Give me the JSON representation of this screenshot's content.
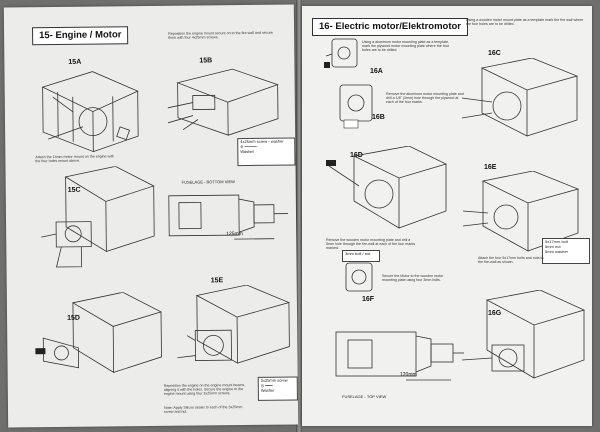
{
  "left_page": {
    "section_title": "15- Engine  / Motor",
    "steps": [
      {
        "label": "15A",
        "note": "Attach the 14mm motor mount on the engine with the four holes mount above."
      },
      {
        "label": "15B",
        "note": "Reposition the engine mount secure on to the fire-wall and secure them with four 4x25mm screws."
      },
      {
        "label": "15C",
        "note": ""
      },
      {
        "label": "15D",
        "note": "Reposition the engine on the engine mount beams, aligning it with the holes. Secure the engine to the engine mount using four 3x25mm screws."
      },
      {
        "label": "15E",
        "note": "Note: Apply Silicon sealer to each of the 3x25mm screw and nut."
      }
    ],
    "fuselage_caption": "FUSELAGE - BOTTOM VIEW",
    "dimension": "125mm",
    "box_b": {
      "row1": "4x25mm screw - washer",
      "row2": "Washer"
    },
    "box_e": {
      "row1": "3x25mm screw",
      "row2": "Washer"
    }
  },
  "right_page": {
    "section_title": "16- Electric motor/Elektromotor",
    "steps": [
      {
        "label": "16A",
        "note": "Using a aluminum motor mounting plate as a template, mark the plywood motor mounting plate where the four holes are to be drilled."
      },
      {
        "label": "16B",
        "note": "Remove the aluminum motor mounting plate and drill a 1/8\" (3mm) hole through the plywood at each of the four marks."
      },
      {
        "label": "16C",
        "note": "Using a wooden motor mount plate as a template mark the fire wall where the four holes are to be drilled."
      },
      {
        "label": "16D",
        "note": "Remove the wooden motor mounting plate and drill a 5mm hole through the fire-wall at each of the four marks marked."
      },
      {
        "label": "16E",
        "note": "Attach the four 5x17mm bolts and nuts to the fire-wall as shown."
      },
      {
        "label": "16F",
        "note": "Secure the Motor to the wooden motor mounting plate using four 3mm bolts."
      },
      {
        "label": "16G",
        "note": ""
      }
    ],
    "fuselage_caption": "FUSELAGE - TOP VIEW",
    "dimension": "120mm",
    "box_e": {
      "row1": "5x17mm bolt",
      "row2": "5mm nut",
      "row3": "5mm washer"
    },
    "box_f": {
      "row1": "3mm bolt / nut"
    }
  }
}
